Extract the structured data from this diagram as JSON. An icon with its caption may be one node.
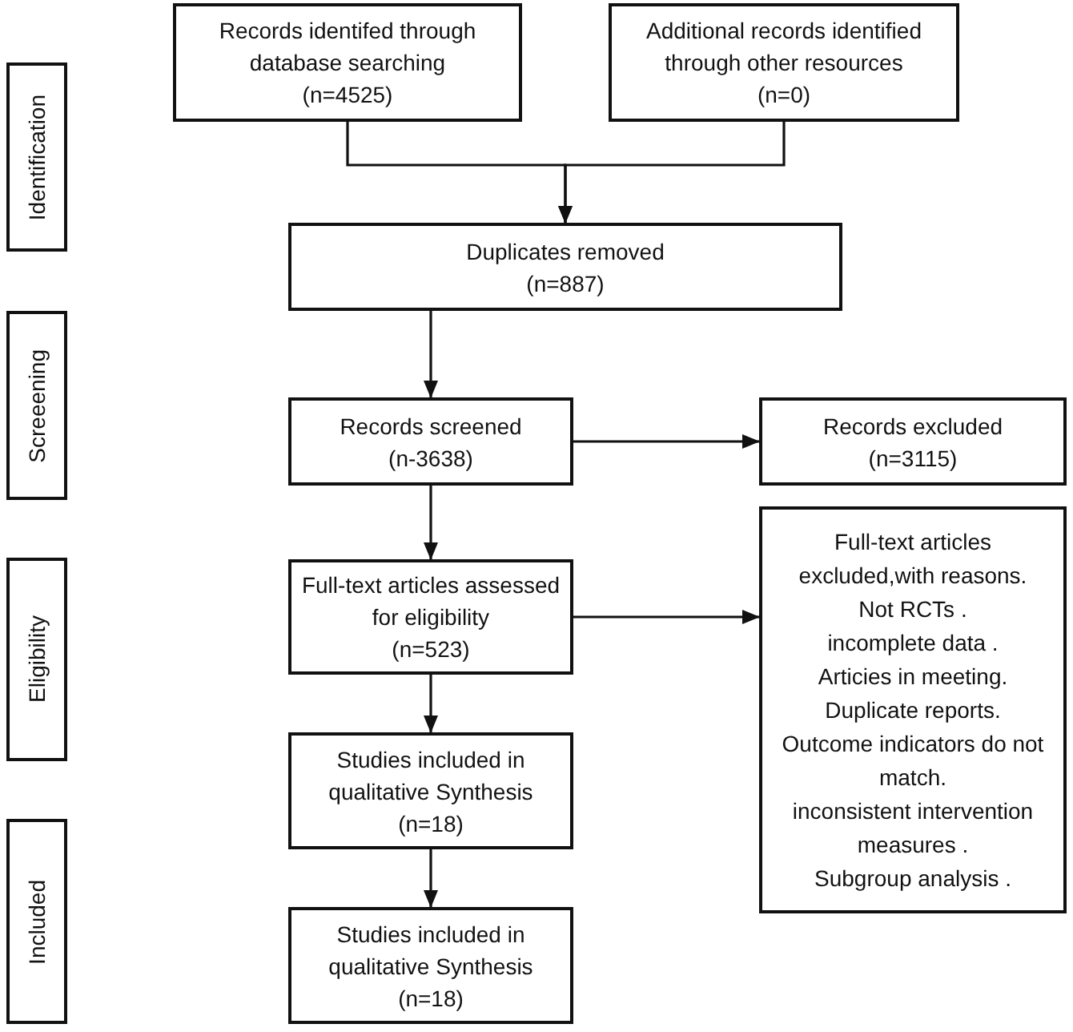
{
  "diagram": {
    "nodes": [
      {
        "text": [
          "Identification"
        ]
      },
      {
        "text": [
          "Records identifed through database searching",
          "(n=4525)"
        ]
      },
      {
        "text": [
          "Additional records identified through other resources",
          "(n=0)"
        ]
      },
      {
        "text": [
          "Duplicates removed",
          "(n=887)"
        ]
      },
      {
        "text": [
          "Screeening"
        ]
      },
      {
        "text": [
          "Records screened",
          "(n-3638)"
        ]
      },
      {
        "text": [
          "Records excluded",
          "(n=3115)"
        ]
      },
      {
        "text": [
          "Eligibility"
        ]
      },
      {
        "text": [
          "Full-text articles assessed for eligibility",
          "(n=523)"
        ]
      },
      {
        "text": [
          "Full-text articles excluded,with reasons.",
          "Not RCTs .",
          "incomplete data .",
          "Articies in meeting.",
          "Duplicate reports.",
          "Outcome indicators do not match.",
          "inconsistent intervention measures .",
          "Subgroup analysis ."
        ]
      },
      {
        "text": [
          "Studies included in qualitative Synthesis",
          "(n=18)"
        ]
      },
      {
        "text": [
          "Included"
        ]
      },
      {
        "text": [
          "Studies included in qualitative Synthesis",
          "(n=18)"
        ]
      }
    ],
    "edges": [
      {
        "from": 1,
        "to": 3,
        "arrow": "to"
      },
      {
        "from": 2,
        "to": 3,
        "arrow": "to"
      },
      {
        "from": 3,
        "to": 5,
        "arrow": "to"
      },
      {
        "from": 5,
        "to": 6,
        "arrow": "to"
      },
      {
        "from": 5,
        "to": 8,
        "arrow": "to"
      },
      {
        "from": 8,
        "to": 9,
        "arrow": "to"
      },
      {
        "from": 8,
        "to": 10,
        "arrow": "to"
      },
      {
        "from": 10,
        "to": 12,
        "arrow": "to"
      }
    ]
  }
}
